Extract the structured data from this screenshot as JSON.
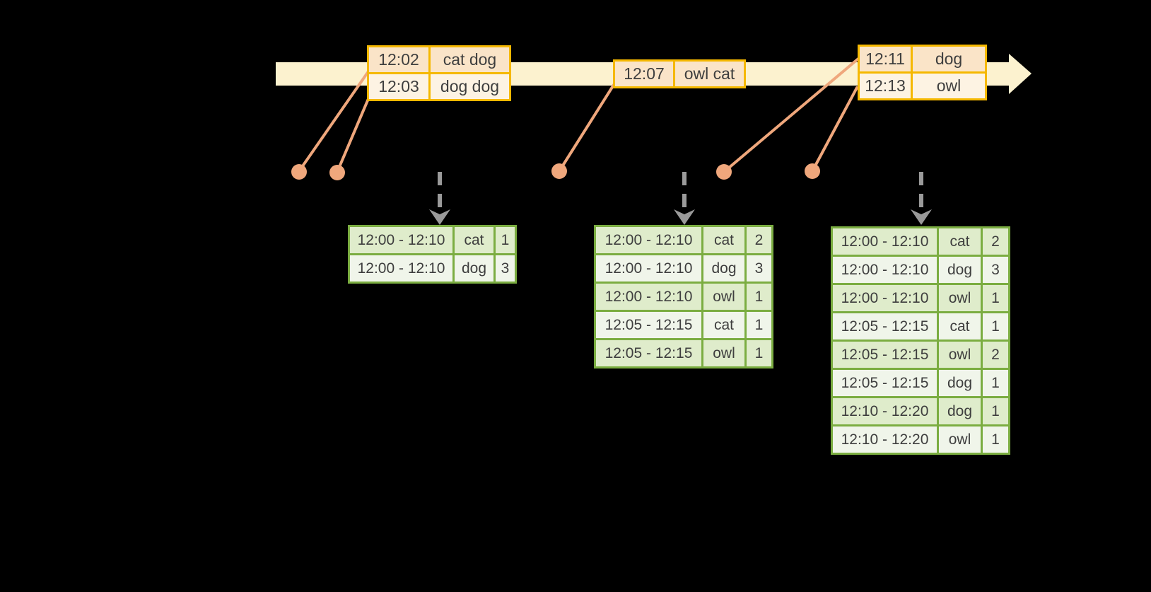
{
  "diagram_title": "windowed-grouped-aggregation-stream-diagram",
  "timeline": {
    "event_tables": [
      {
        "rows": [
          {
            "time": "12:02",
            "words": "cat dog"
          },
          {
            "time": "12:03",
            "words": "dog dog"
          }
        ]
      },
      {
        "rows": [
          {
            "time": "12:07",
            "words": "owl cat"
          }
        ]
      },
      {
        "rows": [
          {
            "time": "12:11",
            "words": "dog"
          },
          {
            "time": "12:13",
            "words": "owl"
          }
        ]
      }
    ]
  },
  "result_tables": [
    {
      "rows": [
        {
          "window": "12:00 - 12:10",
          "word": "cat",
          "count": "1"
        },
        {
          "window": "12:00 - 12:10",
          "word": "dog",
          "count": "3"
        }
      ]
    },
    {
      "rows": [
        {
          "window": "12:00 - 12:10",
          "word": "cat",
          "count": "2"
        },
        {
          "window": "12:00 - 12:10",
          "word": "dog",
          "count": "3"
        },
        {
          "window": "12:00 - 12:10",
          "word": "owl",
          "count": "1"
        },
        {
          "window": "12:05 - 12:15",
          "word": "cat",
          "count": "1"
        },
        {
          "window": "12:05 - 12:15",
          "word": "owl",
          "count": "1"
        }
      ]
    },
    {
      "rows": [
        {
          "window": "12:00 - 12:10",
          "word": "cat",
          "count": "2"
        },
        {
          "window": "12:00 - 12:10",
          "word": "dog",
          "count": "3"
        },
        {
          "window": "12:00 - 12:10",
          "word": "owl",
          "count": "1"
        },
        {
          "window": "12:05 - 12:15",
          "word": "cat",
          "count": "1"
        },
        {
          "window": "12:05 - 12:15",
          "word": "owl",
          "count": "2"
        },
        {
          "window": "12:05 - 12:15",
          "word": "dog",
          "count": "1"
        },
        {
          "window": "12:10 - 12:20",
          "word": "dog",
          "count": "1"
        },
        {
          "window": "12:10 - 12:20",
          "word": "owl",
          "count": "1"
        }
      ]
    }
  ],
  "colors": {
    "background": "#000000",
    "timeline_fill": "#FCF2CF",
    "event_table_border": "#F5B800",
    "event_row_fill_dark": "#FAE4C8",
    "event_row_fill_light": "#FDF3E3",
    "result_table_border": "#7BAD41",
    "result_row_fill_dark": "#DFECCB",
    "result_row_fill_light": "#F0F5EA",
    "connector_salmon": "#EFA77C",
    "trigger_arrow_gray": "#9A9A9A",
    "text": "#3E3E3E"
  }
}
